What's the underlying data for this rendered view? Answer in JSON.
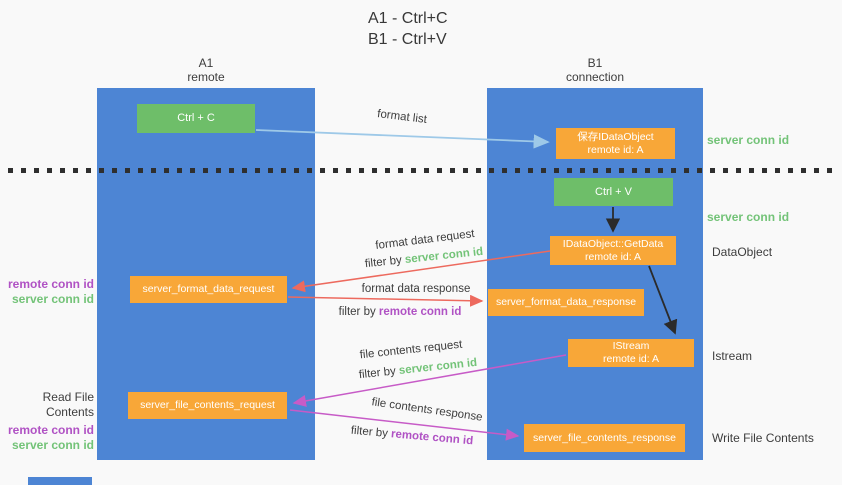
{
  "title": {
    "line1": "A1 - Ctrl+C",
    "line2": "B1 - Ctrl+V"
  },
  "columns": {
    "left": {
      "name": "A1",
      "role": "remote"
    },
    "right": {
      "name": "B1",
      "role": "connection"
    }
  },
  "nodes": {
    "ctrl_c": {
      "label": "Ctrl + C"
    },
    "save_dataobject": {
      "line1": "保存IDataObject",
      "line2": "remote id: A"
    },
    "ctrl_v": {
      "label": "Ctrl + V"
    },
    "getdata": {
      "line1": "IDataObject::GetData",
      "line2": "remote id: A"
    },
    "format_request": {
      "label": "server_format_data_request"
    },
    "format_response": {
      "label": "server_format_data_response"
    },
    "istream": {
      "line1": "IStream",
      "line2": "remote id: A"
    },
    "file_request": {
      "label": "server_file_contents_request"
    },
    "file_response": {
      "label": "server_file_contents_response"
    }
  },
  "side_labels": {
    "server_conn_id_top": "server conn id",
    "server_conn_id_mid": "server conn id",
    "dataobject": "DataObject",
    "istream": "Istream",
    "write_file_contents": "Write File Contents",
    "left_block1": {
      "remote_conn_id": "remote conn id",
      "server_conn_id": "server conn id"
    },
    "left_block2": {
      "read_file_contents": "Read File Contents",
      "remote_conn_id": "remote conn id",
      "server_conn_id": "server conn id"
    }
  },
  "flows": {
    "format_list": {
      "label": "format list"
    },
    "format_data_request": {
      "label": "format data request",
      "filter_prefix": "filter by ",
      "filter_value": "server conn id"
    },
    "format_data_response": {
      "label": "format data response",
      "filter_prefix": "filter by ",
      "filter_value": "remote conn id"
    },
    "file_contents_request": {
      "label": "file contents request",
      "filter_prefix": "filter by ",
      "filter_value": "server conn id"
    },
    "file_contents_response": {
      "label": "file contents response",
      "filter_prefix": "filter by ",
      "filter_value": "remote conn id"
    }
  },
  "colors": {
    "column_blue": "#4d85d4",
    "node_green": "#6ebe69",
    "node_orange": "#f8a738",
    "label_green": "#73c378",
    "label_purple": "#b052c4",
    "arrow_blue": "#9ec9e8",
    "arrow_red": "#ed6a5e",
    "arrow_magenta": "#c75bc7",
    "arrow_black": "#2b2b2b",
    "text_dark": "#3d3d3d",
    "background": "#f9f9f9"
  }
}
